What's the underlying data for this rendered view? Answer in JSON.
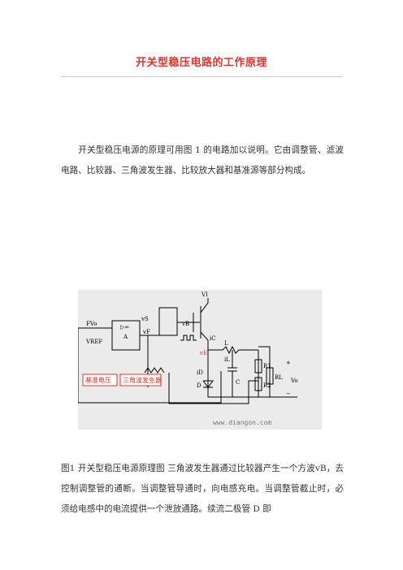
{
  "doc": {
    "title": "开关型稳压电路的工作原理",
    "intro": "开关型稳压电源的原理可用图 1 的电路加以说明。它由调整管、滤波电路、比较器、三角波发生器、比较放大器和基准源等部分构成。",
    "caption_body": "图1 开关型稳压电源原理图 三角波发生器通过比较器产生一个方波vB，去控制调整管的通断。当调整管导通时，向电感充电。当调整管截止时，必须给电感中的电流提供一个泄放通路。续流二极管 D 即"
  },
  "figure": {
    "labels": {
      "fv": "FVo",
      "vref": "VREF",
      "amp_a": "A",
      "amp_sym": "▷∞",
      "vs": "vS",
      "vf": "vF",
      "vb": "vB",
      "vi": "VI",
      "ic": "iC",
      "ve": "vE",
      "l": "L",
      "il": "iL",
      "id": "iD",
      "d": "D",
      "c": "C",
      "r1": "R1",
      "r2": "R2",
      "rl": "RL",
      "vo": "Vo",
      "plus": "+",
      "minus": "−",
      "box_ref": "基准电压",
      "box_tri": "三角波发生器",
      "watermark": "www.diangon.com"
    },
    "colors": {
      "line": "#000000",
      "accent": "#e8322b",
      "bg": "#ebebeb"
    }
  }
}
